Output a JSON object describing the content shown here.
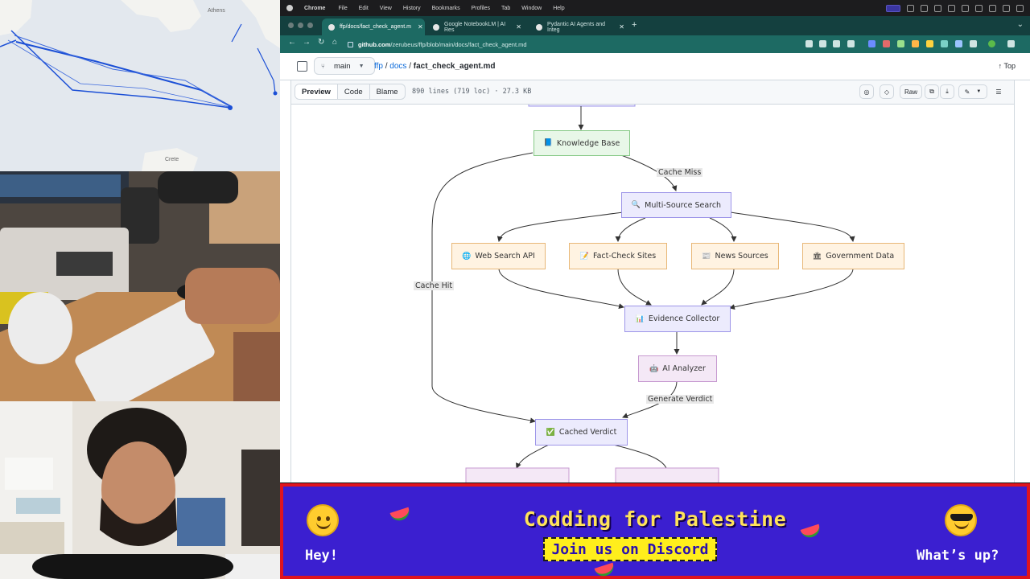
{
  "menubar": {
    "app": "Chrome",
    "items": [
      "File",
      "Edit",
      "View",
      "History",
      "Bookmarks",
      "Profiles",
      "Tab",
      "Window",
      "Help"
    ]
  },
  "browser": {
    "tabs": [
      {
        "title": "ffp/docs/fact_check_agent.m",
        "active": true
      },
      {
        "title": "Google NotebookLM | AI Res",
        "active": false
      },
      {
        "title": "Pydantic AI Agents and Integ",
        "active": false
      }
    ],
    "url_host": "github.com",
    "url_path": "/zerubeus/ffp/blob/main/docs/fact_check_agent.md"
  },
  "github": {
    "branch": "main",
    "breadcrumb": {
      "repo": "ffp",
      "sep": "/",
      "dir": "docs",
      "file": "fact_check_agent.md"
    },
    "top_link": "Top",
    "view_tabs": [
      "Preview",
      "Code",
      "Blame"
    ],
    "file_info": "890 lines (719 loc) · 27.3 KB",
    "raw_label": "Raw"
  },
  "flowchart": {
    "nodes": {
      "knowledge_base": {
        "icon": "📘",
        "label": "Knowledge Base"
      },
      "multi_source": {
        "icon": "🔍",
        "label": "Multi-Source Search"
      },
      "web_search": {
        "icon": "🌐",
        "label": "Web Search API"
      },
      "fact_check_sites": {
        "icon": "📝",
        "label": "Fact-Check Sites"
      },
      "news_sources": {
        "icon": "📰",
        "label": "News Sources"
      },
      "government_data": {
        "icon": "🏛",
        "label": "Government Data"
      },
      "evidence_collector": {
        "icon": "📊",
        "label": "Evidence Collector"
      },
      "ai_analyzer": {
        "icon": "🤖",
        "label": "AI Analyzer"
      },
      "cached_verdict": {
        "icon": "✅",
        "label": "Cached Verdict"
      }
    },
    "edge_labels": {
      "cache_miss": "Cache Miss",
      "cache_hit": "Cache Hit",
      "generate_verdict": "Generate Verdict"
    }
  },
  "banner": {
    "title": "Codding for Palestine",
    "button": "Join us on Discord",
    "left": "Hey!",
    "right": "What’s up?",
    "colors": {
      "background": "#3b1fd0",
      "border": "#e0141e",
      "title": "#ffe35a",
      "button": "#ffee1c"
    }
  },
  "map": {
    "labels": [
      "Athens",
      "Crete"
    ]
  }
}
